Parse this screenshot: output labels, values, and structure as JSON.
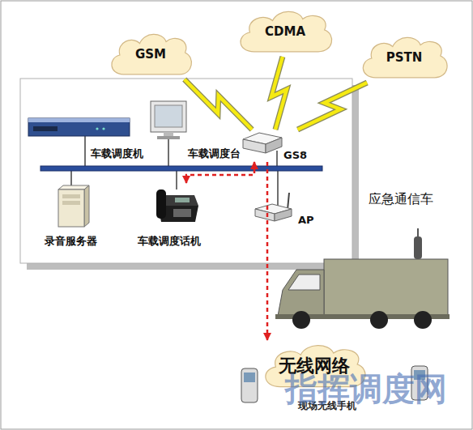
{
  "diagram": {
    "nodes": [
      {
        "text": [
          "GSM"
        ]
      },
      {
        "text": [
          "CDMA"
        ]
      },
      {
        "text": [
          "PSTN"
        ]
      },
      {
        "text": [
          "车载调度机"
        ]
      },
      {
        "text": [
          "车载调度台"
        ]
      },
      {
        "text": [
          "GS8"
        ]
      },
      {
        "text": [
          "录音服务器"
        ]
      },
      {
        "text": [
          "车载调度话机"
        ]
      },
      {
        "text": [
          "AP"
        ]
      },
      {
        "text": [
          "无线网络"
        ]
      }
    ],
    "edges": [
      {
        "from": 0,
        "to": 5,
        "arrow": "none"
      },
      {
        "from": 1,
        "to": 5,
        "arrow": "none"
      },
      {
        "from": 2,
        "to": 5,
        "arrow": "none"
      },
      {
        "from": 5,
        "to": 7,
        "arrow": "both"
      },
      {
        "from": 5,
        "to": 9,
        "arrow": "to"
      }
    ],
    "labels": [
      "应急通信车",
      "现场无线手机",
      "指挥调度网"
    ]
  }
}
